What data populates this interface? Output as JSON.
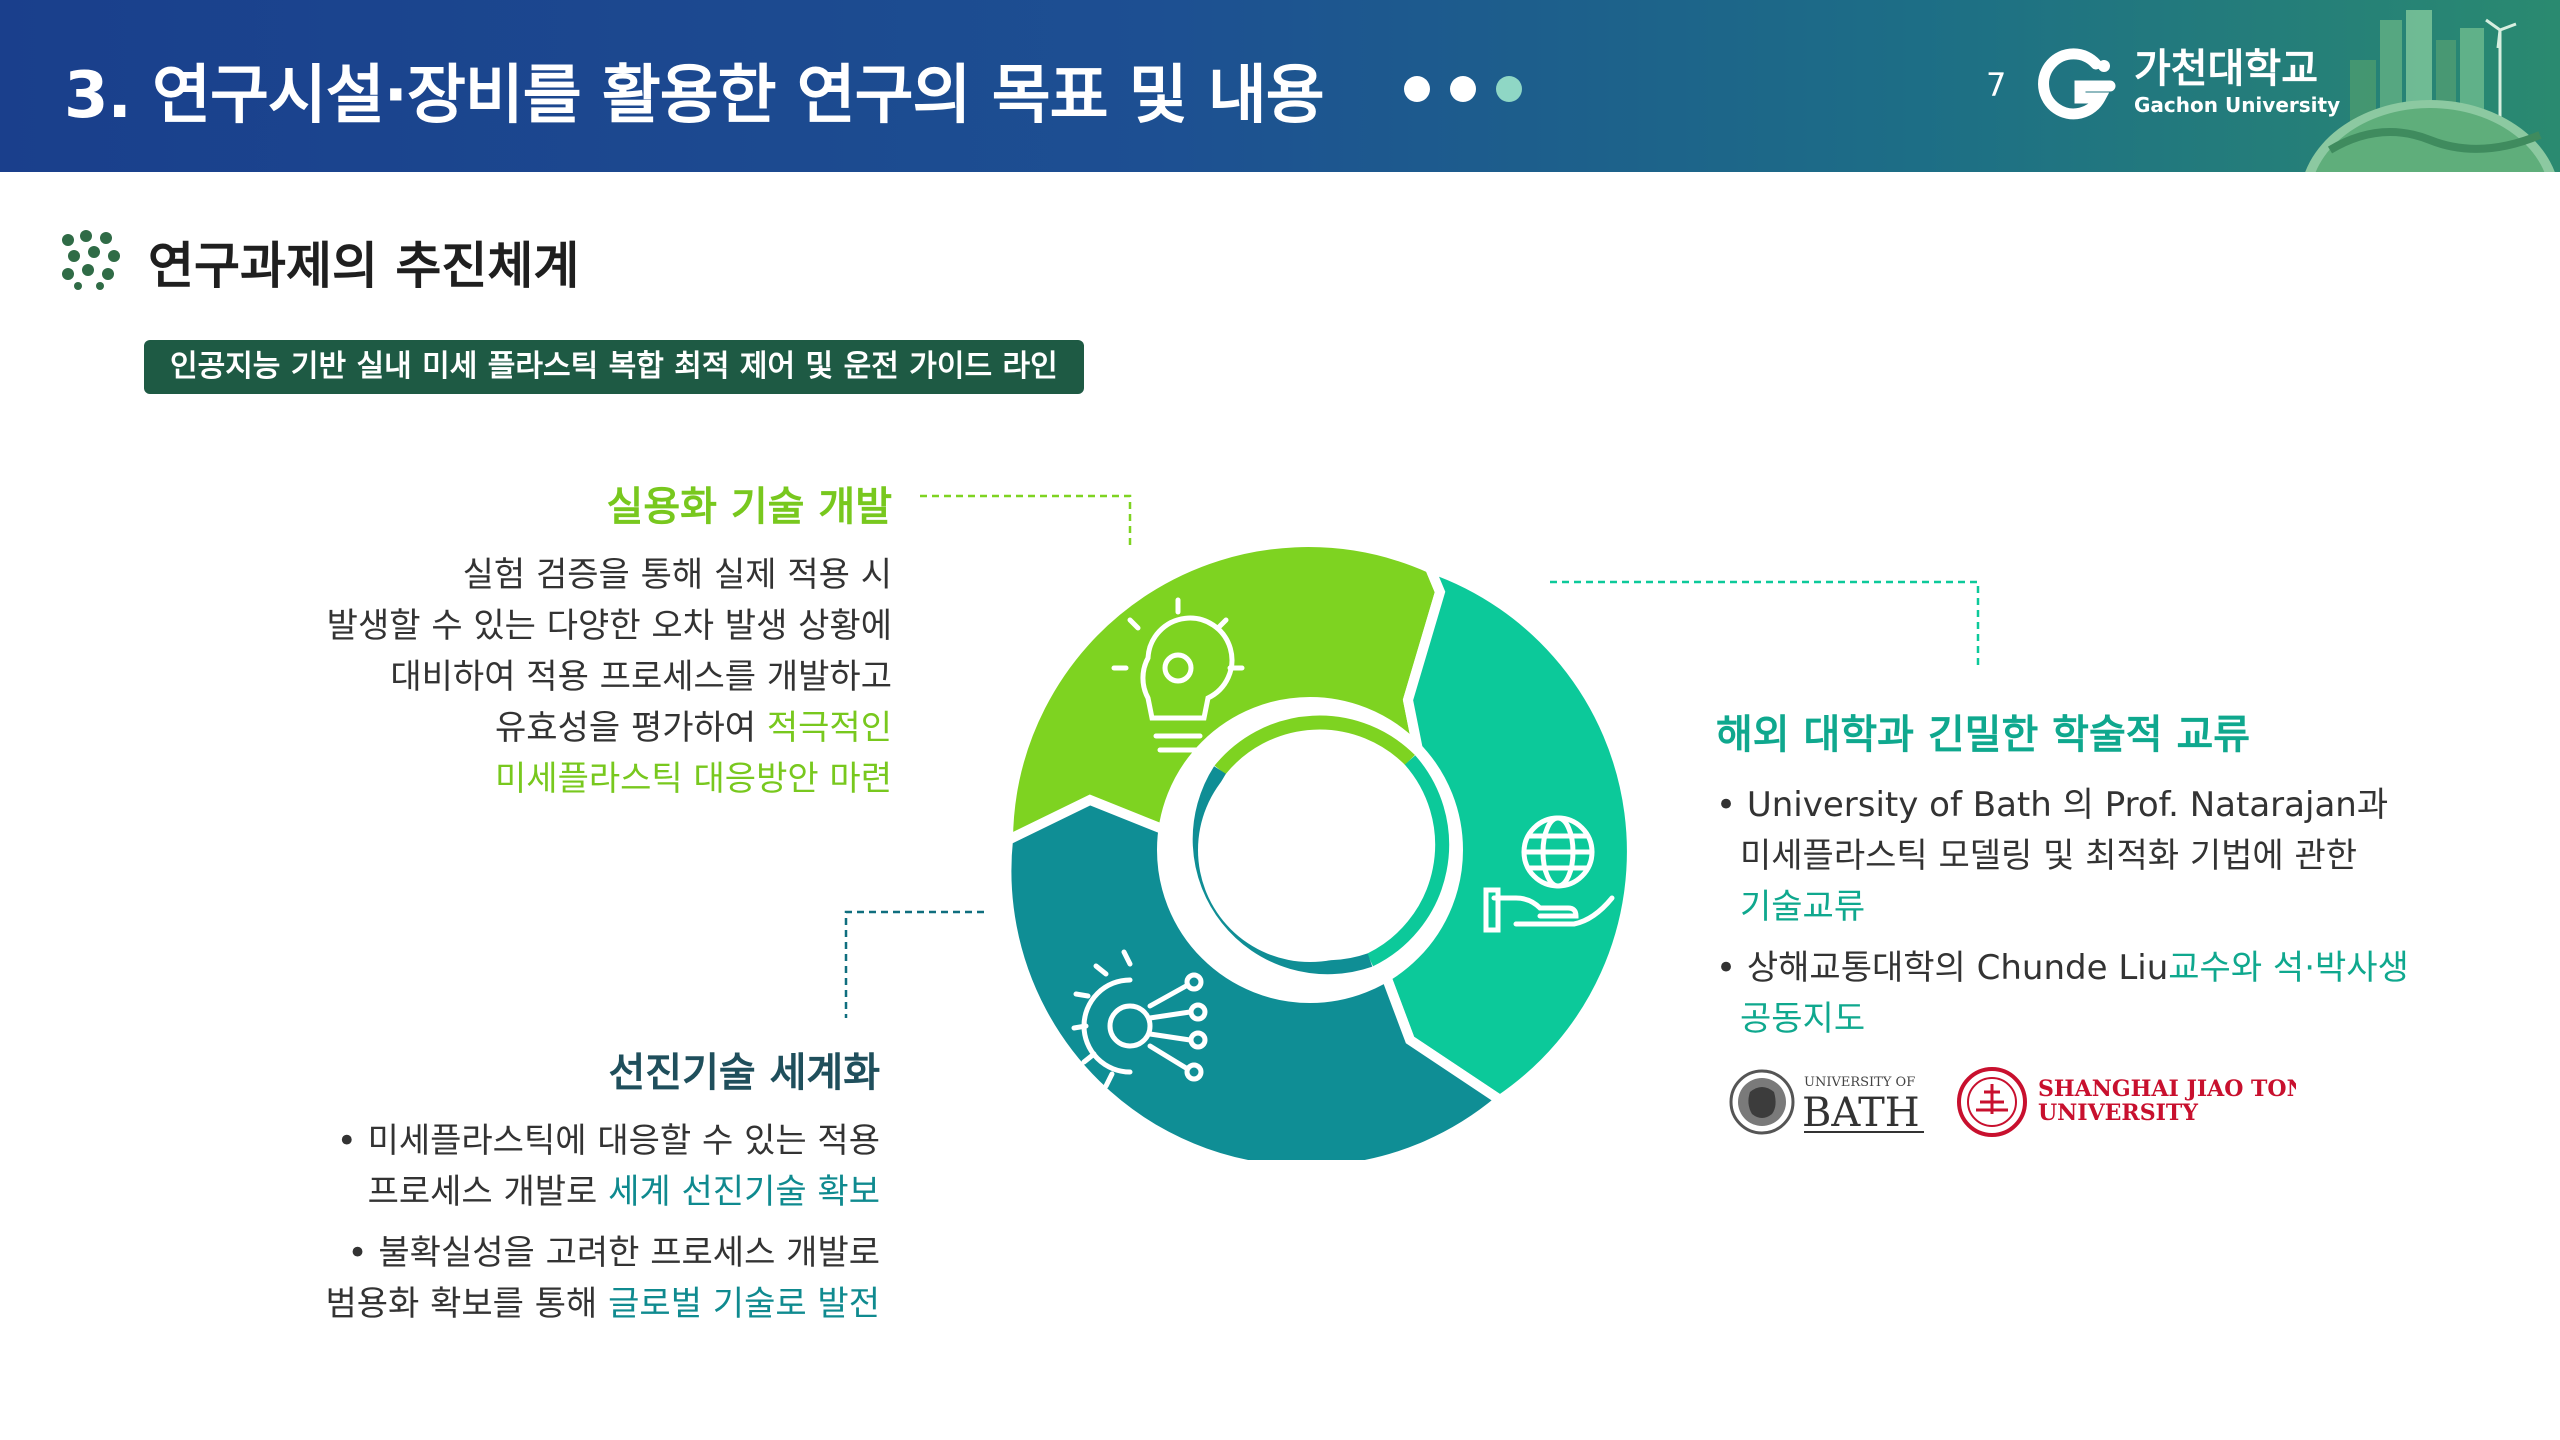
{
  "header": {
    "title": "3. 연구시설·장비를 활용한 연구의 목표 및 내용",
    "page_number": "7",
    "university_ko": "가천대학교",
    "university_en": "Gachon University"
  },
  "section": {
    "title": "연구과제의 추진체계",
    "tag": "인공지능 기반 실내 미세 플라스틱 복합 최적 제어 및 운전 가이드 라인"
  },
  "blocks": {
    "practical": {
      "title": "실용화 기술 개발",
      "lines": [
        "실험 검증을 통해 실제 적용 시",
        "발생할 수 있는 다양한 오차 발생 상황에",
        "대비하여 적용 프로세스를 개발하고"
      ],
      "line4_plain": "유효성을 평가하여 ",
      "line4_accent": "적극적인",
      "line5_accent": "미세플라스틱 대응방안 마련"
    },
    "global": {
      "title": "해외 대학과 긴밀한 학술적 교류",
      "b1_line1": "• University of Bath 의 Prof. Natarajan과",
      "b1_line2": "미세플라스틱 모델링 및 최적화 기법에 관한",
      "b1_line3_accent": "기술교류",
      "b2_plain": "• 상해교통대학의 Chunde Liu",
      "b2_accent": "교수와 석·박사생",
      "b2_line2_accent": "공동지도"
    },
    "advanced": {
      "title": "선진기술 세계화",
      "b1_line1": "• 미세플라스틱에 대응할 수 있는 적용",
      "b1_line2_plain": "프로세스 개발로 ",
      "b1_line2_accent": "세계 선진기술 확보",
      "b2_line1": "• 불확실성을 고려한 프로세스 개발로",
      "b2_line2_plain": "범용화 확보를 통해 ",
      "b2_line2_accent": "글로벌 기술로 발전"
    }
  },
  "logos": {
    "bath_small": "UNIVERSITY OF",
    "bath_big": "BATH",
    "sjtu_line1": "SHANGHAI JIAO TONG",
    "sjtu_line2": "UNIVERSITY"
  },
  "colors": {
    "header_blue": "#1a3f8c",
    "lime": "#7ed321",
    "mint": "#0cc99a",
    "petrol": "#0f8e95",
    "tag_green": "#1e5a44"
  }
}
